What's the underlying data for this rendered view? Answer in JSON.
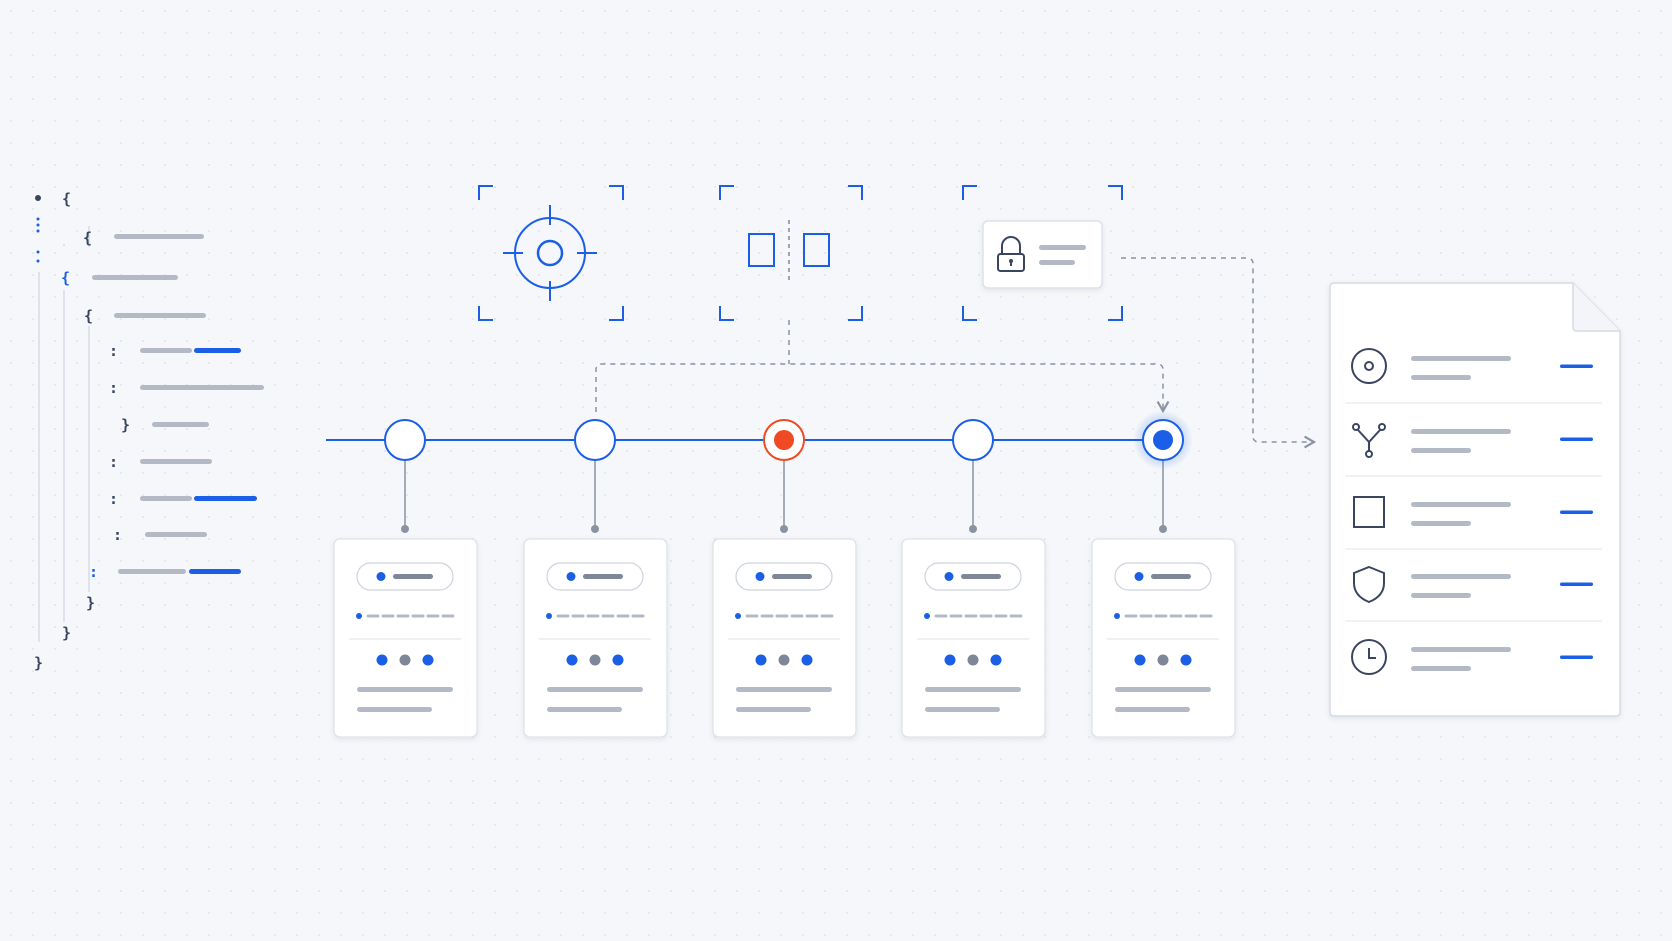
{
  "code_glyphs": [
    {
      "ch": "{",
      "role": "open"
    },
    {
      "ch": "{",
      "role": "open"
    },
    {
      "ch": "{",
      "role": "open"
    },
    {
      "ch": "{",
      "role": "open"
    },
    {
      "ch": ":",
      "role": "key"
    },
    {
      "ch": ":",
      "role": "key"
    },
    {
      "ch": "}",
      "role": "close"
    },
    {
      "ch": ":",
      "role": "key"
    },
    {
      "ch": ":",
      "role": "key"
    },
    {
      "ch": ":",
      "role": "key"
    },
    {
      "ch": ":",
      "role": "key"
    },
    {
      "ch": "}",
      "role": "close"
    },
    {
      "ch": "}",
      "role": "close"
    },
    {
      "ch": "}",
      "role": "close"
    }
  ],
  "focus_frames": [
    {
      "icon": "crosshair-icon"
    },
    {
      "icon": "split-compare-icon"
    },
    {
      "icon": "lock-icon"
    }
  ],
  "timeline": {
    "nodes": [
      {
        "state": "default"
      },
      {
        "state": "default"
      },
      {
        "state": "error"
      },
      {
        "state": "default"
      },
      {
        "state": "active"
      }
    ]
  },
  "document_rows": [
    {
      "icon": "target-icon"
    },
    {
      "icon": "branch-icon"
    },
    {
      "icon": "square-icon"
    },
    {
      "icon": "shield-icon"
    },
    {
      "icon": "clock-icon"
    }
  ],
  "colors": {
    "accent": "#1a5fe6",
    "error": "#ef4a23",
    "ink": "#3a4661",
    "muted": "#b3bac6",
    "card_border": "#dde2ea",
    "connector": "#8a93a3"
  }
}
